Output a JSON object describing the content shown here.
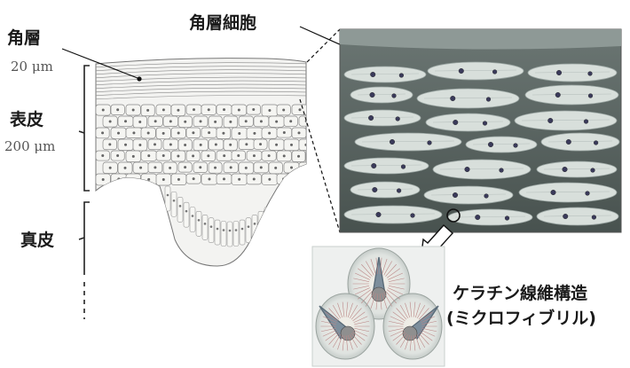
{
  "labels": {
    "stratum_corneum": "角層",
    "stratum_corneum_thickness": "20 μm",
    "epidermis": "表皮",
    "epidermis_thickness": "200 μm",
    "dermis": "真皮",
    "corneocyte": "角層細胞",
    "keratin_title": "ケラチン線維構造",
    "keratin_subtitle": "(ミクロフィブリル)"
  },
  "colors": {
    "text": "#1a1a1a",
    "measure_text": "#555555",
    "corneocyte_fill": "#d8dfdb",
    "lipid_dark": "#3e4846",
    "nucleus": "#3a3a5a",
    "fibril_bg": "#e9ecea"
  }
}
